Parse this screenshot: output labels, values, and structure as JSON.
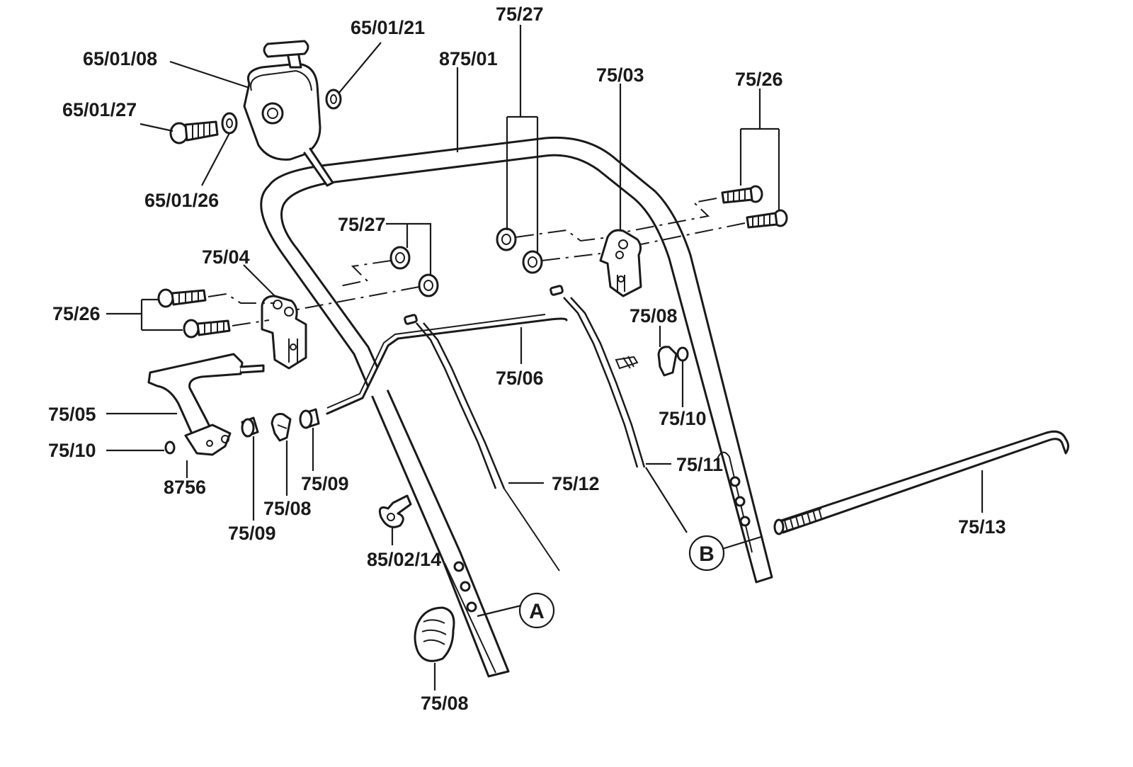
{
  "labels": {
    "p65_01_08": "65/01/08",
    "p65_01_21": "65/01/21",
    "p65_01_27": "65/01/27",
    "p65_01_26": "65/01/26",
    "p875_01": "875/01",
    "p75_27_top": "75/27",
    "p75_27_mid": "75/27",
    "p75_03": "75/03",
    "p75_26_right": "75/26",
    "p75_26_left": "75/26",
    "p75_04": "75/04",
    "p75_05": "75/05",
    "p75_10_left": "75/10",
    "p8756": "8756",
    "p75_09_a": "75/09",
    "p75_08_small": "75/08",
    "p75_09_b": "75/09",
    "p75_06": "75/06",
    "p75_08_right": "75/08",
    "p75_10_right": "75/10",
    "p75_11": "75/11",
    "p75_12": "75/12",
    "p85_02_14": "85/02/14",
    "p75_08_knob": "75/08",
    "p75_13": "75/13"
  },
  "callouts": {
    "a": "A",
    "b": "B"
  }
}
